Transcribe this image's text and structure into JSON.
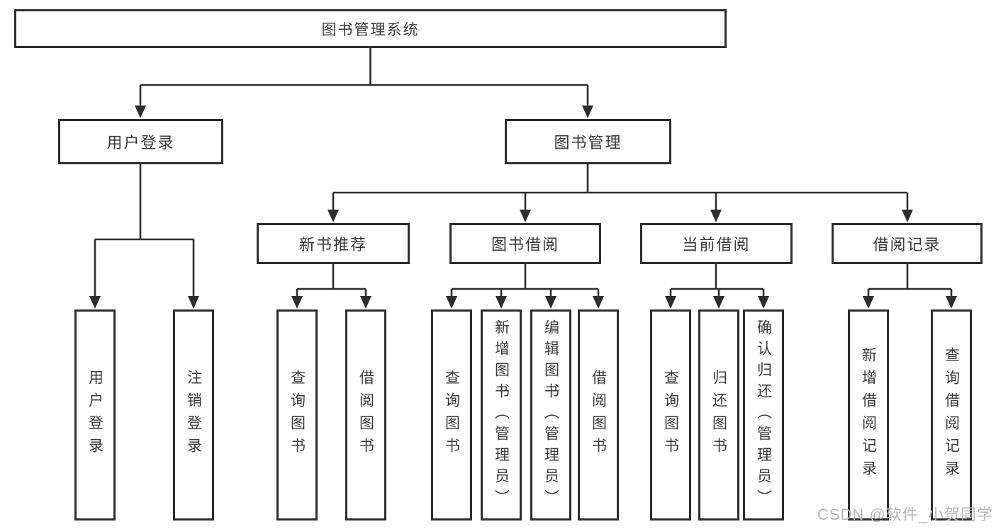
{
  "tree": {
    "label": "图书管理系统",
    "children": [
      {
        "label": "用户登录",
        "children": [
          {
            "label": "用户登录"
          },
          {
            "label": "注销登录"
          }
        ]
      },
      {
        "label": "图书管理",
        "children": [
          {
            "label": "新书推荐",
            "children": [
              {
                "label": "查询图书"
              },
              {
                "label": "借阅图书"
              }
            ]
          },
          {
            "label": "图书借阅",
            "children": [
              {
                "label": "查询图书"
              },
              {
                "label": "新增图书（管理员）"
              },
              {
                "label": "编辑图书（管理员）"
              },
              {
                "label": "借阅图书"
              }
            ]
          },
          {
            "label": "当前借阅",
            "children": [
              {
                "label": "查询图书"
              },
              {
                "label": "归还图书"
              },
              {
                "label": "确认归还（管理员）"
              }
            ]
          },
          {
            "label": "借阅记录",
            "children": [
              {
                "label": "新增借阅记录"
              },
              {
                "label": "查询借阅记录"
              }
            ]
          }
        ]
      }
    ]
  },
  "watermark": "CSDN @软件_小贺同学",
  "colors": {
    "line": "#2d2d2d",
    "text": "#3a3a3a",
    "watermark": "#b2b8bf",
    "background": "#ffffff"
  }
}
